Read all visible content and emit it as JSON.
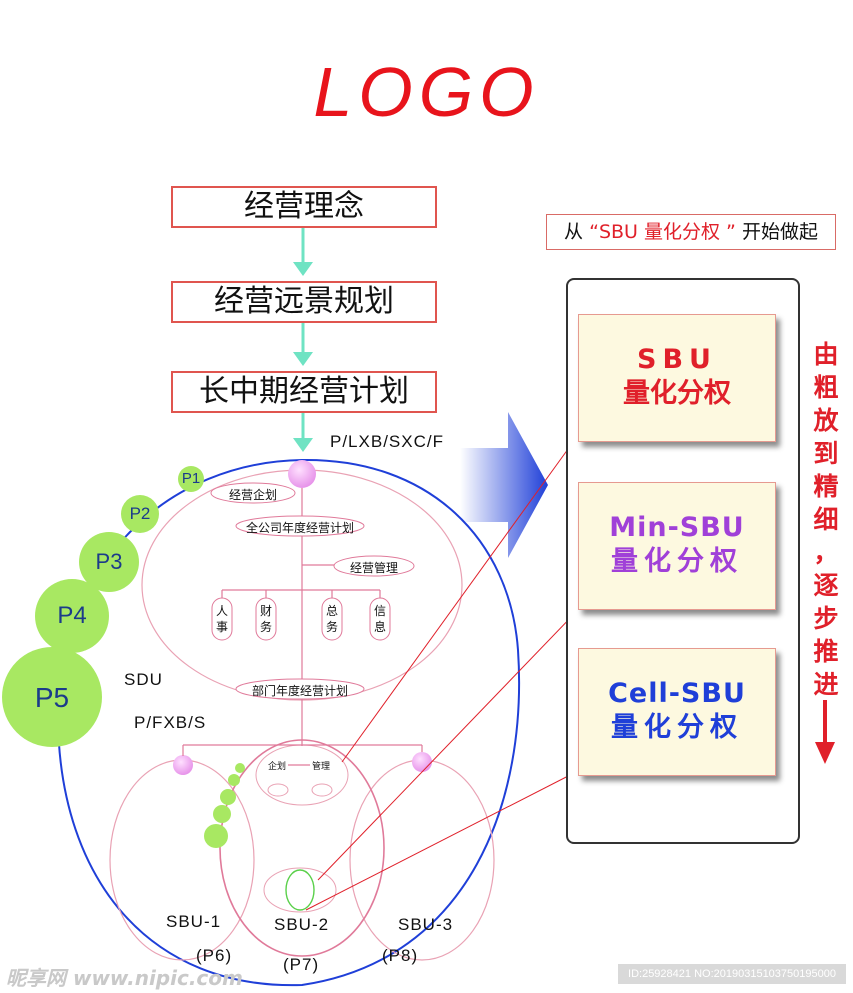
{
  "logo": "LOGO",
  "flow": [
    "经营理念",
    "经营远景规划",
    "长中期经营计划"
  ],
  "strategy_code": "P/LXB/SXC/F",
  "tagline": {
    "pre": "从",
    "highlight": "“SBU 量化分权 ”",
    "post": "开始做起"
  },
  "cards": [
    {
      "line1": "SBU",
      "line2": "量化分权",
      "color": "#e0202a"
    },
    {
      "line1": "Min-SBU",
      "line2": "量化分权",
      "color": "#a040d8"
    },
    {
      "line1": "Cell-SBU",
      "line2": "量化分权",
      "color": "#1f3fd8"
    }
  ],
  "vertical_text": [
    "由",
    "粗",
    "放",
    "到",
    "精",
    "细",
    "，",
    "逐",
    "步",
    "推",
    "进"
  ],
  "levels": [
    "P1",
    "P2",
    "P3",
    "P4",
    "P5"
  ],
  "sdu": "SDU",
  "fxb": "P/FXB/S",
  "org": {
    "planning": "经营企划",
    "annual_plan": "全公司年度经营计划",
    "management": "经营管理",
    "depts": [
      "人事",
      "财务",
      "总务",
      "信息"
    ],
    "dept_plan": "部门年度经营计划",
    "sub_planning": "企划",
    "sub_management": "管理"
  },
  "sbus": [
    {
      "name": "SBU-1",
      "code": "(P6)"
    },
    {
      "name": "SBU-2",
      "code": "(P7)"
    },
    {
      "name": "SBU-3",
      "code": "(P8)"
    }
  ],
  "watermark": "昵享网 www.nipic.com",
  "image_id": "ID:25928421 NO:20190315103750195000",
  "colors": {
    "accent_red": "#e0202a",
    "arrow_teal": "#6fe3c3",
    "level_green": "#a8e862",
    "ring_blue": "#1f3fd8",
    "org_pink": "#e07a9a"
  }
}
